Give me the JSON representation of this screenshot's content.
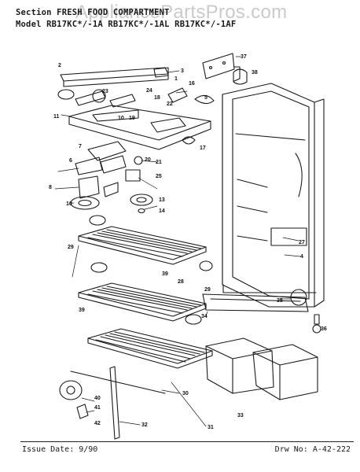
{
  "header": {
    "line1": "Section FRESH FOOD COMPARTMENT",
    "line2": "Model RB17KC*/-1A  RB17KC*/-1AL  RB17KC*/-1AF"
  },
  "watermark": "AppliancePartsPros.com",
  "footer": {
    "issue_date": "Issue Date: 9/90",
    "drawing_no": "Drw No: A-42-222"
  },
  "part_labels": [
    "1",
    "2",
    "3",
    "4",
    "5",
    "6",
    "7",
    "8",
    "10",
    "11",
    "13",
    "14",
    "16",
    "17",
    "18",
    "19",
    "20",
    "21",
    "22",
    "23",
    "24",
    "25",
    "27",
    "28",
    "29",
    "30",
    "31",
    "32",
    "33",
    "34",
    "35",
    "36",
    "37",
    "38",
    "39",
    "40",
    "41",
    "42"
  ]
}
